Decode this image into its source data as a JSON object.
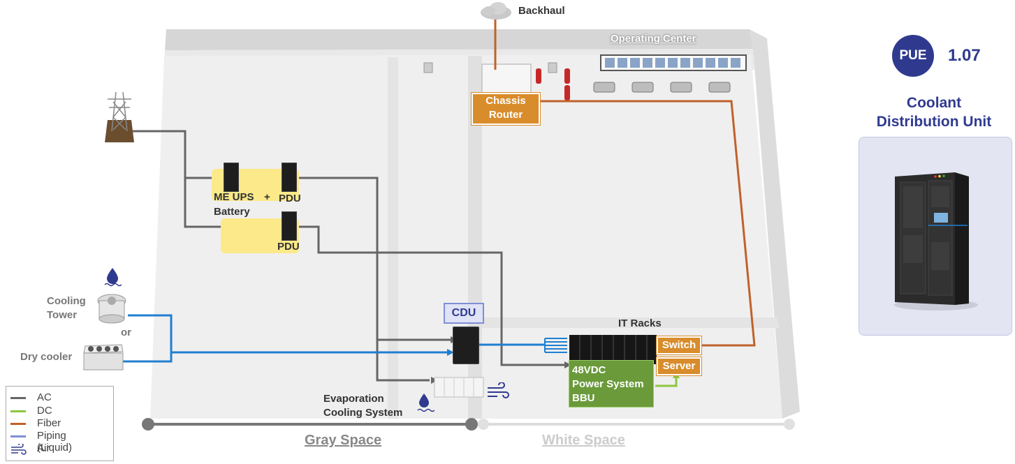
{
  "labels": {
    "backhaul": "Backhaul",
    "operating_center": "Operating Center",
    "chassis_router": [
      "Chassis",
      "Router"
    ],
    "me_ups": "ME UPS",
    "plus": "+",
    "pdu_top": "PDU",
    "battery": "Battery",
    "pdu_bottom": "PDU",
    "cooling_tower": [
      "Cooling",
      "Tower"
    ],
    "or": "or",
    "dry_cooler": "Dry cooler",
    "cdu": "CDU",
    "it_racks": "IT Racks",
    "switch": "Switch",
    "server": "Server",
    "power_system": [
      "48VDC",
      "Power System",
      "BBU"
    ],
    "evaporation": [
      "Evaporation",
      "Cooling System"
    ],
    "gray_space": "Gray Space",
    "white_space": "White Space"
  },
  "pue": {
    "badge": "PUE",
    "value": "1.07"
  },
  "product": {
    "title": [
      "Coolant",
      "Distribution Unit"
    ]
  },
  "legend": [
    {
      "label": "AC",
      "color": "#666666"
    },
    {
      "label": "DC",
      "color": "#8cc63f"
    },
    {
      "label": "Fiber",
      "color": "#c0612b"
    },
    {
      "label": "Piping (Liquid)",
      "color": "#7f8fd6"
    },
    {
      "label": "Air",
      "icon": "air-icon",
      "color": "#2f3a8f"
    }
  ],
  "colors": {
    "ac": "#666666",
    "dc": "#8cc63f",
    "fiber": "#c0612b",
    "liquid": "#1f7fd1",
    "accent": "#2f3a8f"
  }
}
